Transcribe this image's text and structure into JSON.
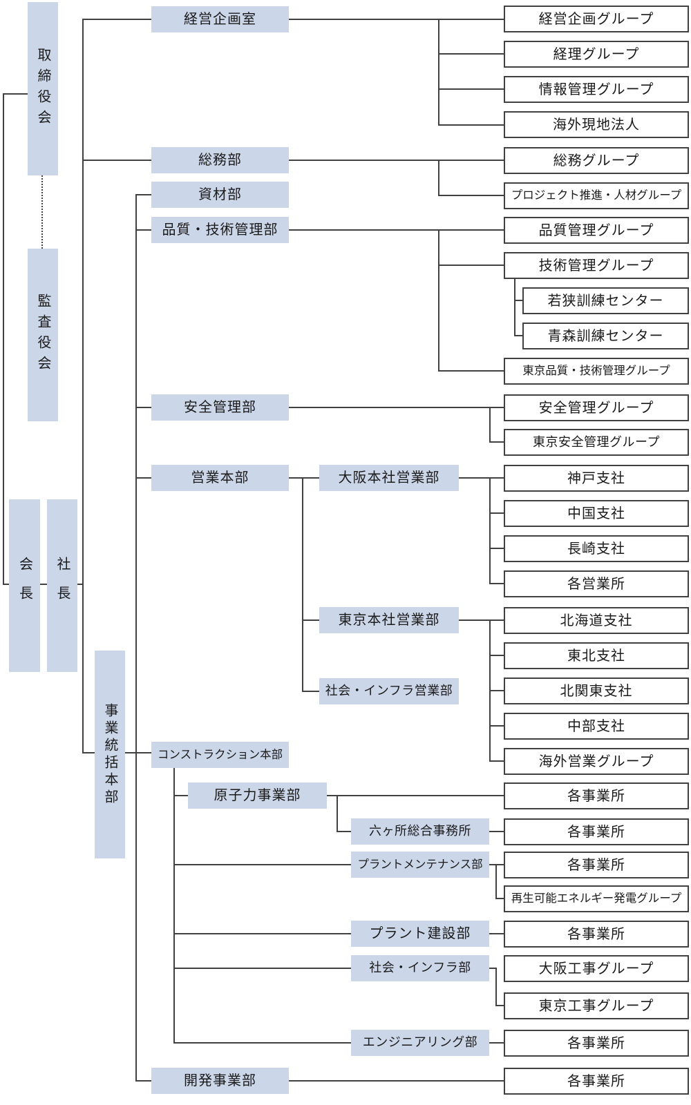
{
  "colors": {
    "box_fill": "#ccd6e9",
    "line": "#404040",
    "white_box_border": "#404040",
    "text": "#1a1a1a",
    "background": "#ffffff"
  },
  "org": {
    "torishimariyakukai": "取締役会",
    "kansayakukai": "監査役会",
    "kaicho": "会長",
    "shacho": "社長",
    "jigyotokatsu_honbu": "事業統括本部",
    "keiei_kikaku_shitsu": "経営企画室",
    "keiei_kikaku_group": "経営企画グループ",
    "keiri_group": "経理グループ",
    "joho_kanri_group": "情報管理グループ",
    "kaigai_genchi_hojin": "海外現地法人",
    "somu_bu": "総務部",
    "somu_group": "総務グループ",
    "project_suishin_jinzai_group": "プロジェクト推進・人材グループ",
    "shizai_bu": "資材部",
    "hinshitsu_gijutsu_kanri_bu": "品質・技術管理部",
    "hinshitsu_kanri_group": "品質管理グループ",
    "gijutsu_kanri_group": "技術管理グループ",
    "wakasa_kunren_center": "若狭訓練センター",
    "aomori_kunren_center": "青森訓練センター",
    "tokyo_hinshitsu_gijutsu_kanri_group": "東京品質・技術管理グループ",
    "anzen_kanri_bu": "安全管理部",
    "anzen_kanri_group": "安全管理グループ",
    "tokyo_anzen_kanri_group": "東京安全管理グループ",
    "eigyo_honbu": "営業本部",
    "osaka_honsha_eigyo_bu": "大阪本社営業部",
    "kobe_shisha": "神戸支社",
    "chugoku_shisha": "中国支社",
    "nagasaki_shisha": "長崎支社",
    "kaku_eigyosho": "各営業所",
    "tokyo_honsha_eigyo_bu": "東京本社営業部",
    "hokkaido_shisha": "北海道支社",
    "tohoku_shisha": "東北支社",
    "kitakanto_shisha": "北関東支社",
    "chubu_shisha": "中部支社",
    "kaigai_eigyo_group": "海外営業グループ",
    "shakai_infra_eigyo_bu": "社会・インフラ営業部",
    "construction_honbu": "コンストラクション本部",
    "genshiryoku_jigyo_bu": "原子力事業部",
    "rokkasho_sogo_jimusho": "六ヶ所総合事務所",
    "plant_maintenance_bu": "プラントメンテナンス部",
    "saisei_kano_energy_hatsuden_group": "再生可能エネルギー発電グループ",
    "plant_kensetsu_bu": "プラント建設部",
    "shakai_infra_bu": "社会・インフラ部",
    "osaka_koji_group": "大阪工事グループ",
    "tokyo_koji_group": "東京工事グループ",
    "engineering_bu": "エンジニアリング部",
    "kaihatsu_jigyo_bu": "開発事業部",
    "kaku_jigyosho": "各事業所"
  }
}
